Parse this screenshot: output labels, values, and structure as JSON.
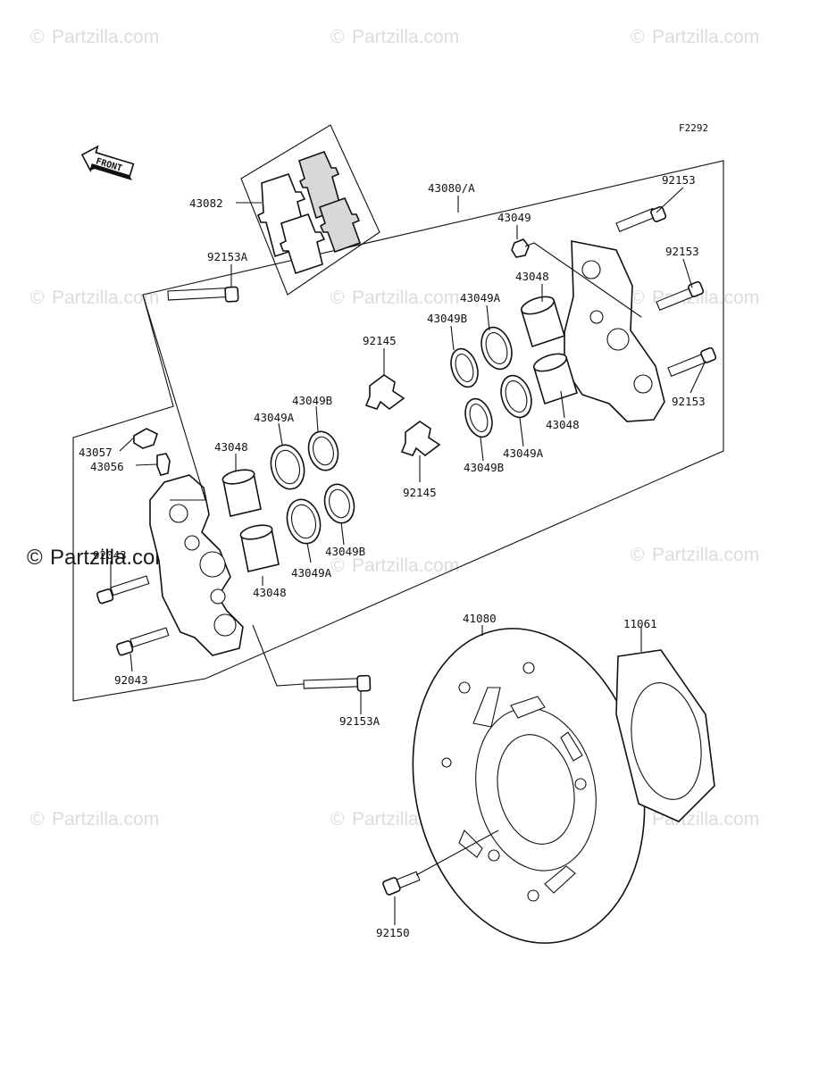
{
  "diagram_code": "F2292",
  "front_label": "FRONT",
  "watermark": {
    "text": "Partzilla.com",
    "symbol": "©"
  },
  "callouts": {
    "c43082": "43082",
    "c92153A_top": "92153A",
    "c43080": "43080/A",
    "c43049": "43049",
    "c92153_a": "92153",
    "c92153_b": "92153",
    "c92153_c": "92153",
    "c43048_ra": "43048",
    "c43049A_ra": "43049A",
    "c43049B_ra": "43049B",
    "c92145_a": "92145",
    "c43048_rb": "43048",
    "c43049A_rb": "43049A",
    "c43049B_rb": "43049B",
    "c92145_b": "92145",
    "c43049B_la": "43049B",
    "c43049A_la": "43049A",
    "c43048_la": "43048",
    "c43057": "43057",
    "c43056": "43056",
    "c43049B_lb": "43049B",
    "c43049A_lb": "43049A",
    "c43048_lb": "43048",
    "c92043_a": "92043",
    "c92043_b": "92043",
    "c92153A_bot": "92153A",
    "c41080": "41080",
    "c11061": "11061",
    "c92150": "92150"
  }
}
